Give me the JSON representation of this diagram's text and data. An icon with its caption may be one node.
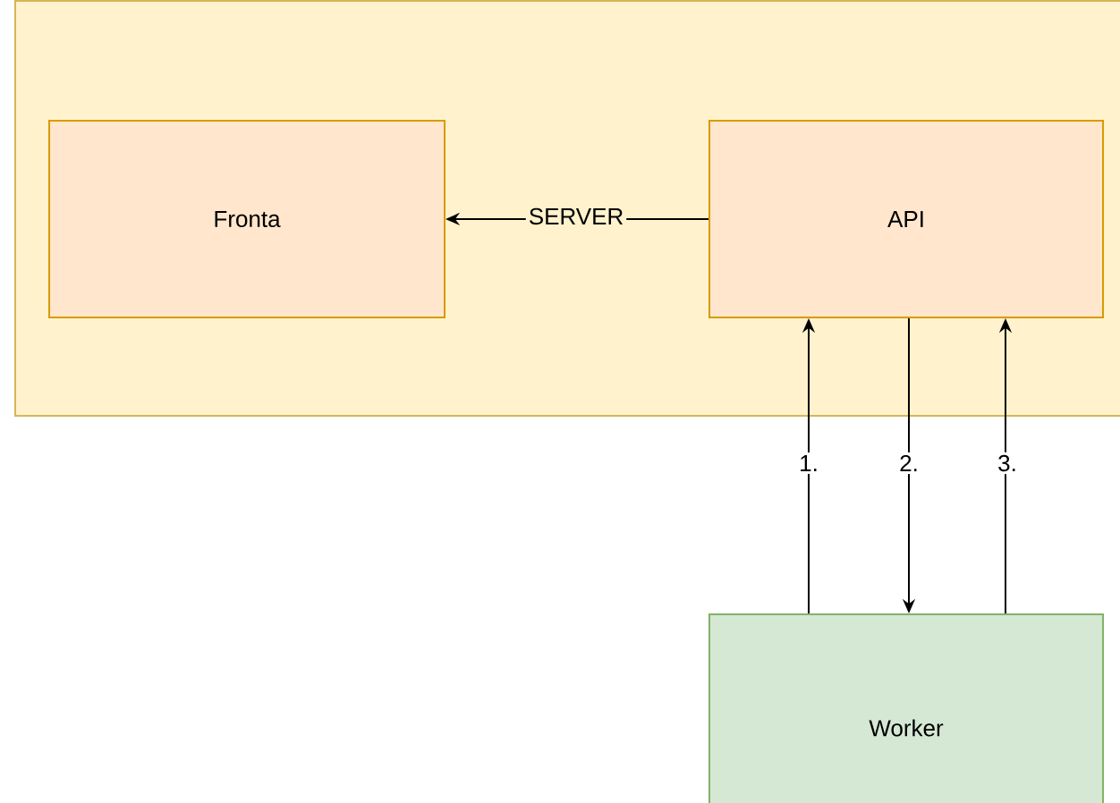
{
  "diagram": {
    "nodes": [
      {
        "text": [],
        "shape": "box"
      },
      {
        "text": [
          "Fronta"
        ],
        "in": 0
      },
      {
        "text": [
          "API"
        ],
        "in": 0
      },
      {
        "text": [
          "Worker"
        ]
      }
    ],
    "edges": [
      {
        "from": 2,
        "to": 1,
        "arrow": "to",
        "label": "SERVER"
      },
      {
        "from": 3,
        "to": 2,
        "arrow": "to",
        "label": "1."
      },
      {
        "from": 2,
        "to": 3,
        "arrow": "to",
        "label": "2."
      },
      {
        "from": 3,
        "to": 2,
        "arrow": "to",
        "label": "3."
      }
    ]
  }
}
